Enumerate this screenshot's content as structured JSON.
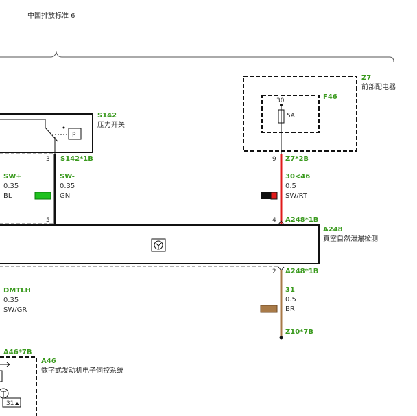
{
  "header": {
    "title": "中国排放标准 6"
  },
  "components": {
    "z7": {
      "code": "Z7",
      "name": "前部配电器"
    },
    "f46": {
      "code": "F46",
      "pin": "30",
      "rating": "5A"
    },
    "s142": {
      "code": "S142",
      "name": "压力开关",
      "switch_label": "P"
    },
    "a248": {
      "code": "A248",
      "name": "真空自然泄漏检测"
    },
    "a46": {
      "code": "A46",
      "name": "数字式发动机电子伺控系统",
      "pin": "31"
    }
  },
  "connectors": {
    "s142_1b": {
      "label": "S142*1B",
      "pin": "3"
    },
    "z7_2b": {
      "label": "Z7*2B",
      "pin": "9"
    },
    "a248_1b_top": {
      "label": "A248*1B",
      "pin": "4"
    },
    "a248_1b_bottom": {
      "label": "A248*1B",
      "pin": "2"
    },
    "pin_5": {
      "pin": "5"
    },
    "z10_7b": {
      "label": "Z10*7B"
    },
    "a46_7b": {
      "label": "A46*7B"
    }
  },
  "wires": {
    "sw_plus": {
      "signal": "SW+",
      "size": "0.35",
      "color": "BL",
      "hex": "#1fc11f"
    },
    "sw_minus": {
      "signal": "SW-",
      "size": "0.35",
      "color": "GN"
    },
    "w30": {
      "signal": "30<46",
      "size": "0.5",
      "color": "SW/RT",
      "hex": "#e01a1a"
    },
    "w31": {
      "signal": "31",
      "size": "0.5",
      "color": "BR",
      "hex": "#a87a48"
    },
    "dmtlh": {
      "signal": "DMTLH",
      "size": "0.35",
      "color": "SW/GR"
    }
  }
}
